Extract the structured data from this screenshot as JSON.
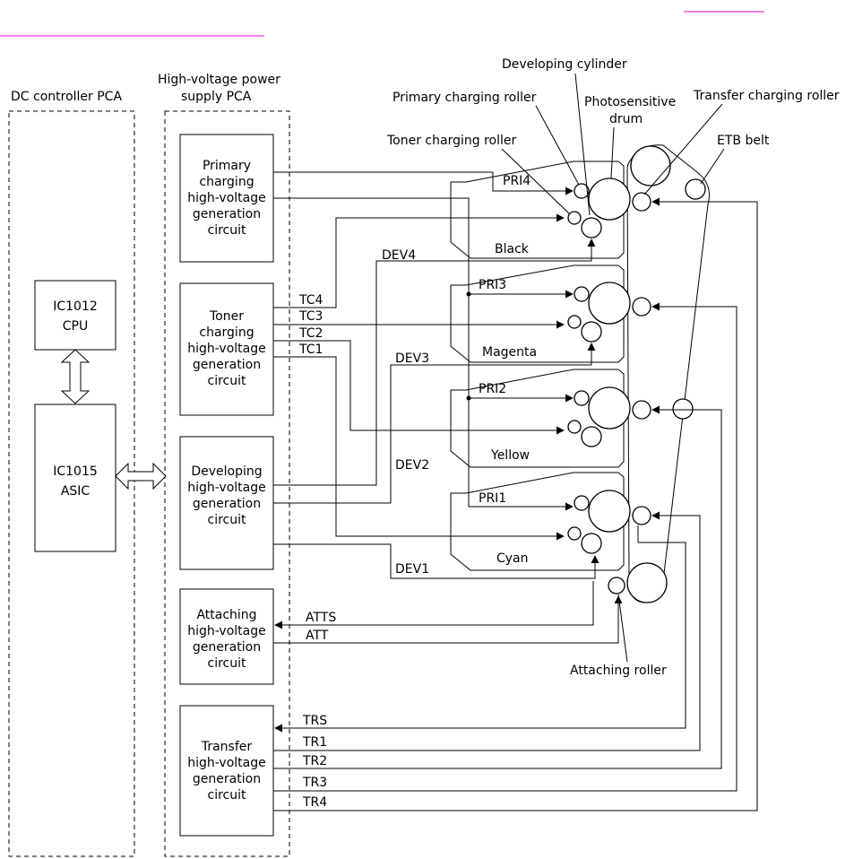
{
  "header": {
    "link_fragment_1": "",
    "link_fragment_2": ""
  },
  "panels": {
    "dc_controller": "DC controller PCA",
    "hv_supply_l1": "High-voltage power",
    "hv_supply_l2": "supply PCA"
  },
  "chips": {
    "cpu": [
      "IC1012",
      "CPU"
    ],
    "asic": [
      "IC1015",
      "ASIC"
    ]
  },
  "circuits": {
    "primary": [
      "Primary",
      "charging",
      "high-voltage",
      "generation",
      "circuit"
    ],
    "toner": [
      "Toner",
      "charging",
      "high-voltage",
      "generation",
      "circuit"
    ],
    "developing": [
      "Developing",
      "high-voltage",
      "generation",
      "circuit"
    ],
    "attaching": [
      "Attaching",
      "high-voltage",
      "generation",
      "circuit"
    ],
    "transfer": [
      "Transfer",
      "high-voltage",
      "generation",
      "circuit"
    ]
  },
  "callouts": {
    "developing_cylinder": "Developing cylinder",
    "primary_charging_roller": "Primary charging roller",
    "photosensitive_l1": "Photosensitive",
    "photosensitive_l2": "drum",
    "transfer_charging_roller": "Transfer charging roller",
    "toner_charging_roller": "Toner charging roller",
    "etb_belt": "ETB belt",
    "attaching_roller": "Attaching roller"
  },
  "cartridges": {
    "black": "Black",
    "magenta": "Magenta",
    "yellow": "Yellow",
    "cyan": "Cyan"
  },
  "signals": {
    "pri4": "PRI4",
    "pri3": "PRI3",
    "pri2": "PRI2",
    "pri1": "PRI1",
    "dev4": "DEV4",
    "dev3": "DEV3",
    "dev2": "DEV2",
    "dev1": "DEV1",
    "tc4": "TC4",
    "tc3": "TC3",
    "tc2": "TC2",
    "tc1": "TC1",
    "atts": "ATTS",
    "att": "ATT",
    "trs": "TRS",
    "tr1": "TR1",
    "tr2": "TR2",
    "tr3": "TR3",
    "tr4": "TR4"
  }
}
